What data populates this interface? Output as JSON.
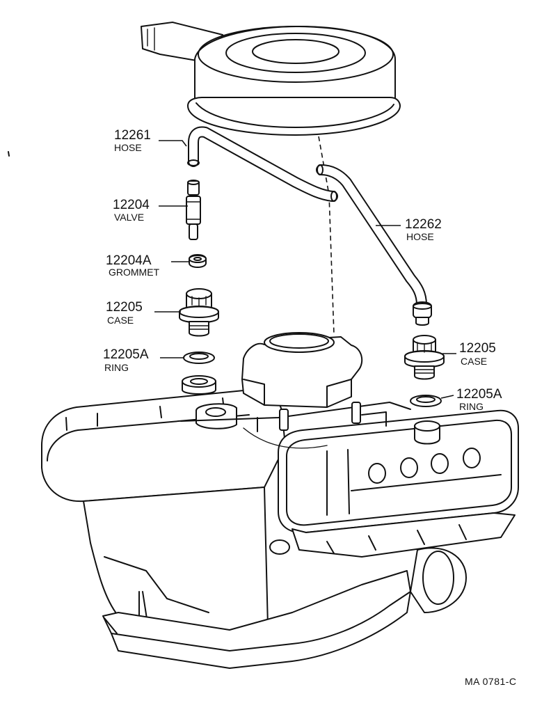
{
  "callouts": [
    {
      "id": "hose-12261",
      "number": "12261",
      "name": "HOSE"
    },
    {
      "id": "valve-12204",
      "number": "12204",
      "name": "VALVE"
    },
    {
      "id": "grommet-12204a",
      "number": "12204A",
      "name": "GROMMET"
    },
    {
      "id": "case-12205-left",
      "number": "12205",
      "name": "CASE"
    },
    {
      "id": "ring-12205a-left",
      "number": "12205A",
      "name": "RING"
    },
    {
      "id": "hose-12262",
      "number": "12262",
      "name": "HOSE"
    },
    {
      "id": "case-12205-right",
      "number": "12205",
      "name": "CASE"
    },
    {
      "id": "ring-12205a-right",
      "number": "12205A",
      "name": "RING"
    }
  ],
  "reference_code": "MA 0781-C"
}
